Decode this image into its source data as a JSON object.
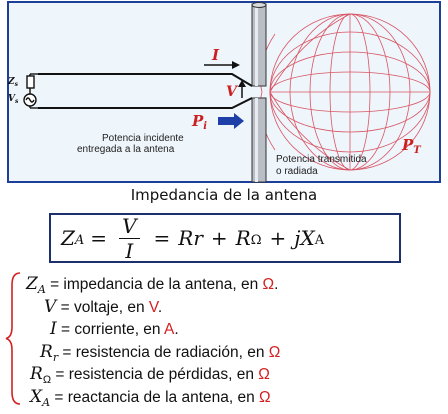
{
  "figure": {
    "label_current": "I",
    "label_voltage": "V",
    "label_power_in": "P",
    "label_power_in_sub": "i",
    "label_power_tx": "P",
    "label_power_tx_sub": "T",
    "label_zs": "Z",
    "label_zs_sub": "s",
    "label_vs": "V",
    "label_vs_sub": "s",
    "caption_incident_1": "Potencia incidente",
    "caption_incident_2": "entregada a la antena",
    "caption_transmitted_1": "Potencia transmitida",
    "caption_transmitted_2": "o radiada",
    "colors": {
      "arrow": "#1f3fa8",
      "lobe": "#d63a4a",
      "label_red": "#cc1f1f"
    }
  },
  "title": "Impedancia de la antena",
  "equation": {
    "lhs": "Z",
    "lhs_sub": "A",
    "eq1": "=",
    "num": "V",
    "den": "I",
    "eq2": "=",
    "t1": "Rr",
    "plus1": "+",
    "t2": "R",
    "t2_sub": "Ω",
    "plus2": "+",
    "t3": "jX",
    "t3_sub": "A"
  },
  "definitions": [
    {
      "sym": "Z",
      "sub": "A",
      "text": " = impedancia de la antena, en ",
      "unit": "Ω",
      "tail": "."
    },
    {
      "sym": "V",
      "sub": "",
      "text": " = voltaje, en ",
      "unit": "V",
      "tail": "."
    },
    {
      "sym": "I",
      "sub": "",
      "text": " = corriente, en ",
      "unit": "A",
      "tail": "."
    },
    {
      "sym": "R",
      "sub": "r",
      "text": " = resistencia de radiación, en ",
      "unit": "Ω",
      "tail": ""
    },
    {
      "sym": "R",
      "sub": "Ω",
      "text": " = resistencia de pérdidas, en ",
      "unit": "Ω",
      "tail": ""
    },
    {
      "sym": "X",
      "sub": "A",
      "text": " = reactancia de la antena, en ",
      "unit": "Ω",
      "tail": ""
    }
  ]
}
